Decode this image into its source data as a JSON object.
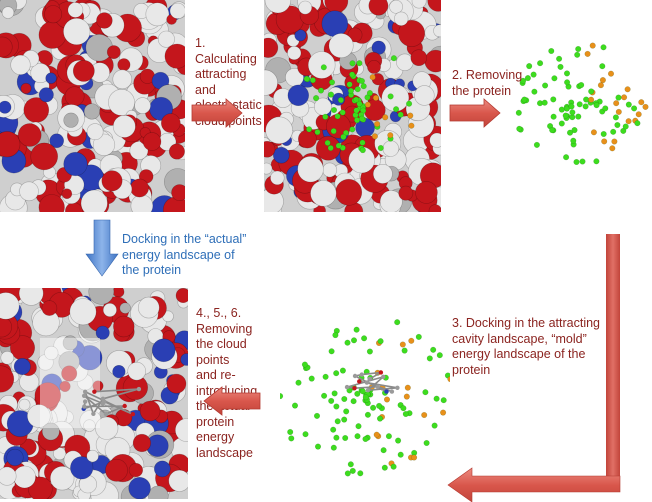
{
  "colors": {
    "label_red": "#8b2420",
    "label_blue": "#2f6fb8",
    "arrow_red": "#d9574c",
    "arrow_blue": "#5b8fd6",
    "surface_white": "#e8e8e8",
    "oxygen_red": "#c4161c",
    "nitrogen_blue": "#2a3fb4",
    "point_green": "#3ddc1e",
    "point_orange": "#e8901a"
  },
  "steps": {
    "step1": "1. Calculating\nattracting and\nelectrostatic\ncloud points",
    "step2": "2. Removing\nthe protein",
    "step3": "3. Docking in the attracting\ncavity landscape, “mold”\nenergy landscape of the\nprotein",
    "step456": "4., 5., 6. Removing\nthe cloud points\nand re-introducing\nthe actual protein\nenergy landscape",
    "actual_docking": "Docking in the “actual”\nenergy landscape of\nthe protein"
  },
  "panels": {
    "surface1": "protein-surface",
    "surface2": "protein-surface-with-cloud-points",
    "points1": "cloud-points",
    "points2": "cloud-points-with-ligand",
    "surface3": "protein-surface-with-docked-ligand"
  }
}
